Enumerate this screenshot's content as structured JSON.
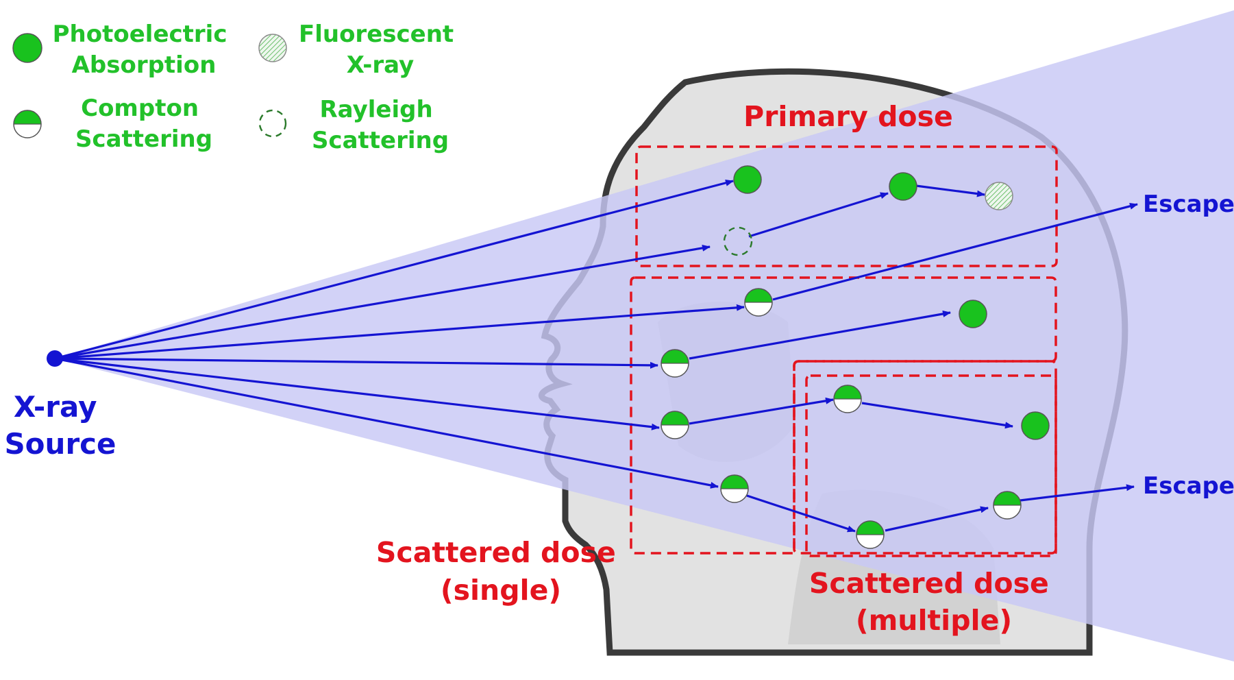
{
  "legend": {
    "photoelectric": [
      "Photoelectric",
      "Absorption"
    ],
    "fluorescent": [
      "Fluorescent",
      "X-ray"
    ],
    "compton": [
      "Compton",
      "Scattering"
    ],
    "rayleigh": [
      "Rayleigh",
      "Scattering"
    ]
  },
  "source_label": [
    "X-ray",
    "Source"
  ],
  "regions": {
    "primary": [
      "Primary dose"
    ],
    "single": [
      "Scattered dose",
      "(single)"
    ],
    "multiple": [
      "Scattered dose",
      "(multiple)"
    ]
  },
  "escape_labels": [
    "Escape",
    "Escape"
  ],
  "colors": {
    "beam": "#c8c8f5",
    "arrow": "#1414d2",
    "interaction": "#19c21e",
    "dose_box": "#e3141e",
    "head": "#e2e2e2",
    "legend_text": "#22c12a"
  },
  "icons": [
    "photoelectric-icon",
    "compton-icon",
    "fluorescent-icon",
    "rayleigh-icon",
    "arrowhead-icon"
  ]
}
